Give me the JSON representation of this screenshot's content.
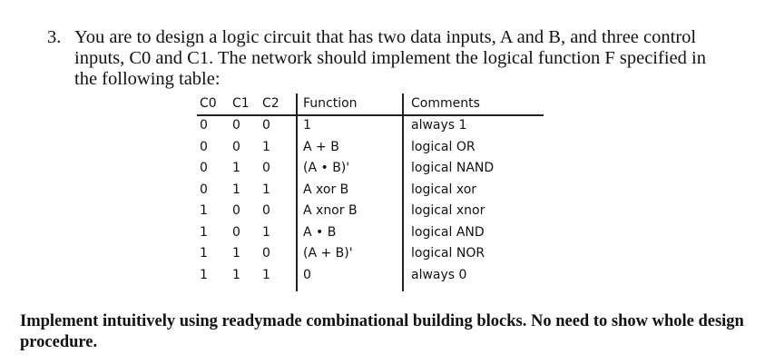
{
  "question": {
    "number": "3.",
    "text": "You are to design a logic circuit that has two data inputs, A and B, and three control inputs, C0 and C1. The network should implement the logical function F specified in the following table:"
  },
  "table": {
    "headers": [
      "C0",
      "C1",
      "C2",
      "Function",
      "Comments"
    ],
    "rows": [
      [
        "0",
        "0",
        "0",
        "1",
        "always 1"
      ],
      [
        "0",
        "0",
        "1",
        "A + B",
        "logical OR"
      ],
      [
        "0",
        "1",
        "0",
        "(A • B)'",
        "logical NAND"
      ],
      [
        "0",
        "1",
        "1",
        "A xor B",
        "logical xor"
      ],
      [
        "1",
        "0",
        "0",
        "A xnor B",
        "logical xnor"
      ],
      [
        "1",
        "0",
        "1",
        "A • B",
        "logical AND"
      ],
      [
        "1",
        "1",
        "0",
        "(A + B)'",
        "logical NOR"
      ],
      [
        "1",
        "1",
        "1",
        "0",
        "always 0"
      ]
    ]
  },
  "instruction": "Implement intuitively using readymade combinational building blocks. No need to show whole design procedure."
}
